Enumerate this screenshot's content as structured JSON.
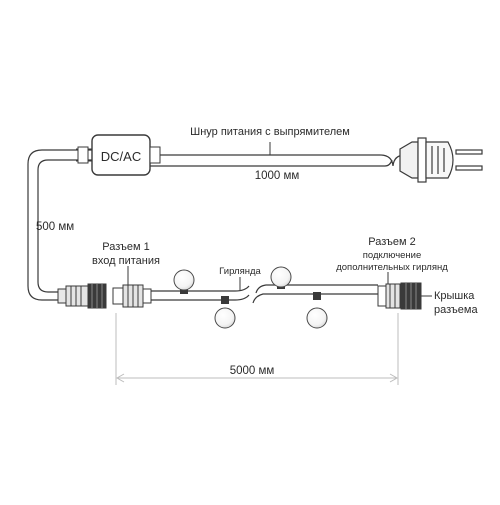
{
  "adapter": {
    "label": "DC/AC"
  },
  "power_cord": {
    "label": "Шнур питания с выпрямителем",
    "length": "1000 мм"
  },
  "lead_cable": {
    "length": "500 мм"
  },
  "connector_1": {
    "line1": "Разъем 1",
    "line2": "вход питания"
  },
  "garland": {
    "label": "Гирлянда",
    "length": "5000 мм"
  },
  "connector_2": {
    "line1": "Разъем 2",
    "line2": "подключение",
    "line3": "дополнительных гирлянд"
  },
  "cap": {
    "line1": "Крышка",
    "line2": "разъема"
  },
  "colors": {
    "line": "#3a3a3a",
    "dim": "#bdbdbd",
    "bulb": "#f6f6f6",
    "connector": "#e4e4e4"
  }
}
